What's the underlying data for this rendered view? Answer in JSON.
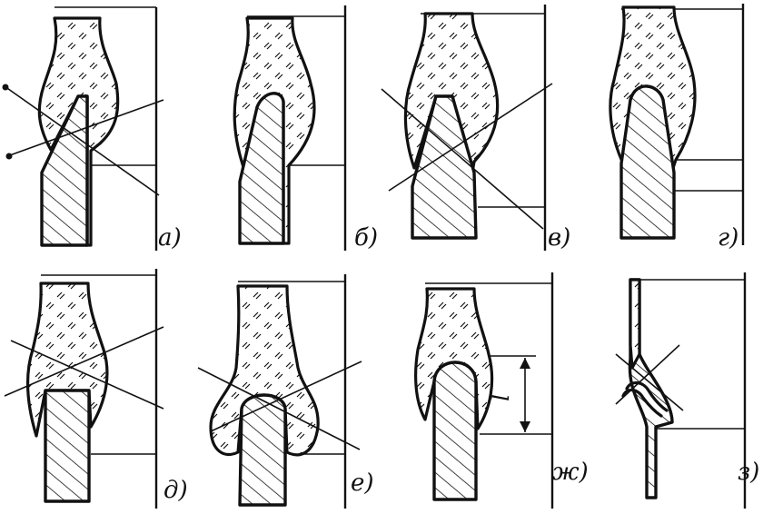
{
  "panels": [
    {
      "id": "a",
      "label": "а)"
    },
    {
      "id": "b",
      "label": "б)"
    },
    {
      "id": "v",
      "label": "в)"
    },
    {
      "id": "g",
      "label": "г)"
    },
    {
      "id": "d",
      "label": "д)"
    },
    {
      "id": "e",
      "label": "е)"
    },
    {
      "id": "zh",
      "label": "ж)"
    },
    {
      "id": "z",
      "label": "з)"
    }
  ],
  "dimension_label": "l"
}
